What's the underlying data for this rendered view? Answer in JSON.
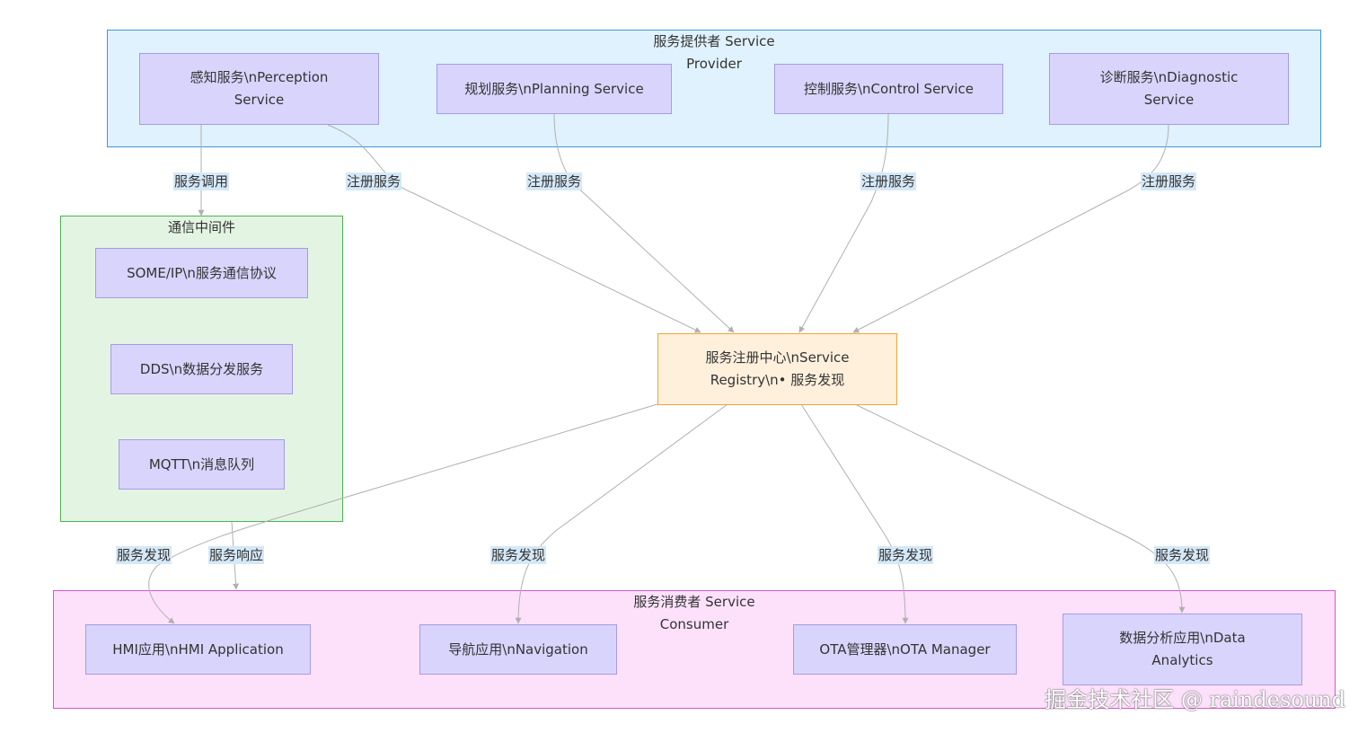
{
  "clusters": {
    "provider": {
      "title": "服务提供者 Service\nProvider"
    },
    "middleware": {
      "title": "通信中间件"
    },
    "consumer": {
      "title": "服务消费者 Service\nConsumer"
    }
  },
  "nodes": {
    "perception": "感知服务\\nPerception\nService",
    "planning": "规划服务\\nPlanning Service",
    "control": "控制服务\\nControl Service",
    "diagnostic": "诊断服务\\nDiagnostic\nService",
    "someip": "SOME/IP\\n服务通信协议",
    "dds": "DDS\\n数据分发服务",
    "mqtt": "MQTT\\n消息队列",
    "registry": "服务注册中心\\nService\nRegistry\\n• 服务发现",
    "hmi": "HMI应用\\nHMI Application",
    "navigation": "导航应用\\nNavigation",
    "ota": "OTA管理器\\nOTA Manager",
    "analytics": "数据分析应用\\nData\nAnalytics"
  },
  "edge_labels": {
    "invoke": "服务调用",
    "reg_perception": "注册服务",
    "reg_planning": "注册服务",
    "reg_control": "注册服务",
    "reg_diagnostic": "注册服务",
    "disc_hmi": "服务发现",
    "response": "服务响应",
    "disc_navigation": "服务发现",
    "disc_ota": "服务发现",
    "disc_analytics": "服务发现"
  },
  "colors": {
    "provider_fill": "#dff2fd",
    "provider_border": "#3d97e0",
    "middleware_fill": "#e3f5e2",
    "middleware_border": "#4fb153",
    "consumer_fill": "#fde1fb",
    "consumer_border": "#d556cf",
    "node_fill": "#d9d4fb",
    "node_border": "#a79ae8",
    "registry_fill": "#fff0dc",
    "registry_border": "#f4a436",
    "edge": "#b0b0b0",
    "edge_label_bg": "#d5e8f7"
  },
  "watermark": "掘金技术社区 @ raindesound"
}
